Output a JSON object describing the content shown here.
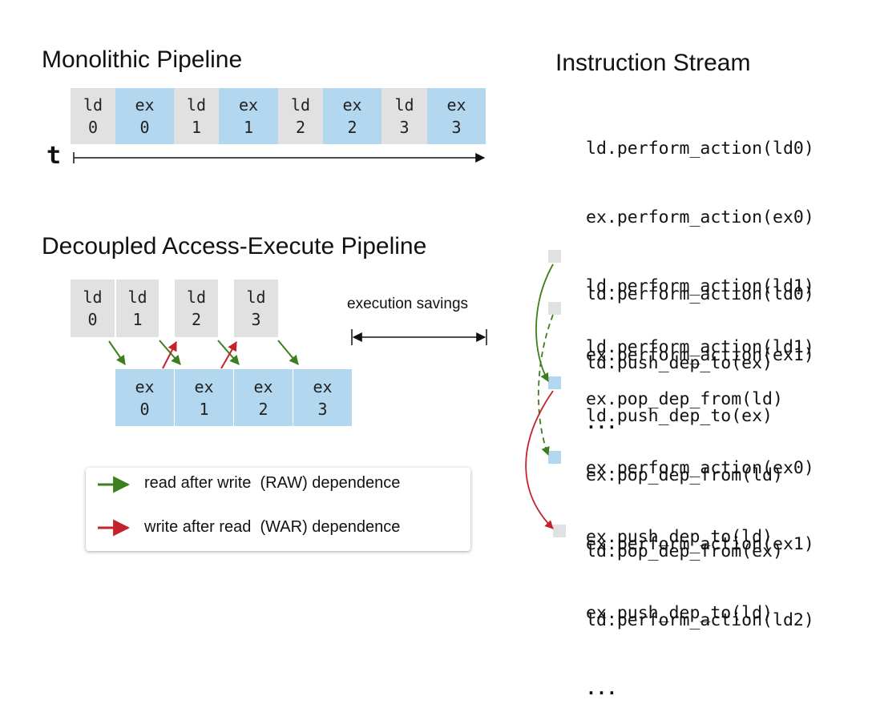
{
  "monolithic": {
    "title": "Monolithic Pipeline",
    "cells": [
      {
        "op": "ld",
        "idx": "0"
      },
      {
        "op": "ex",
        "idx": "0"
      },
      {
        "op": "ld",
        "idx": "1"
      },
      {
        "op": "ex",
        "idx": "1"
      },
      {
        "op": "ld",
        "idx": "2"
      },
      {
        "op": "ex",
        "idx": "2"
      },
      {
        "op": "ld",
        "idx": "3"
      },
      {
        "op": "ex",
        "idx": "3"
      }
    ],
    "time_label": "t"
  },
  "dae": {
    "title": "Decoupled Access-Execute Pipeline",
    "ld_cells": [
      {
        "op": "ld",
        "idx": "0"
      },
      {
        "op": "ld",
        "idx": "1"
      },
      {
        "op": "ld",
        "idx": "2"
      },
      {
        "op": "ld",
        "idx": "3"
      }
    ],
    "ex_cells": [
      {
        "op": "ex",
        "idx": "0"
      },
      {
        "op": "ex",
        "idx": "1"
      },
      {
        "op": "ex",
        "idx": "2"
      },
      {
        "op": "ex",
        "idx": "3"
      }
    ],
    "savings_label": "execution savings"
  },
  "legend": {
    "raw": "read after write  (RAW) dependence",
    "war": "write after read  (WAR) dependence"
  },
  "stream": {
    "title": "Instruction Stream",
    "mono_lines": [
      "ld.perform_action(ld0)",
      "ex.perform_action(ex0)",
      "ld.perform_action(ld1)",
      "ex.perform_action(ex1)",
      "..."
    ],
    "dae_lines": [
      "ld.perform_action(ld0)",
      "ld.push_dep_to(ex)",
      "ld.perform_action(ld1)",
      "ld.push_dep_to(ex)",
      "ex.pop_dep_from(ld)",
      "ex.perform_action(ex0)",
      "ex.push_dep_to(ld)",
      "ex.pop_dep_from(ld)",
      "ex.perform_action(ex1)",
      "ex.push_dep_to(ld)",
      "ld.pop_dep_from(ex)",
      "ld.perform_action(ld2)",
      "..."
    ]
  },
  "colors": {
    "ld": "#e1e1e1",
    "ex": "#b3d7ee",
    "raw": "#3d7f1c",
    "war": "#c3232b"
  }
}
